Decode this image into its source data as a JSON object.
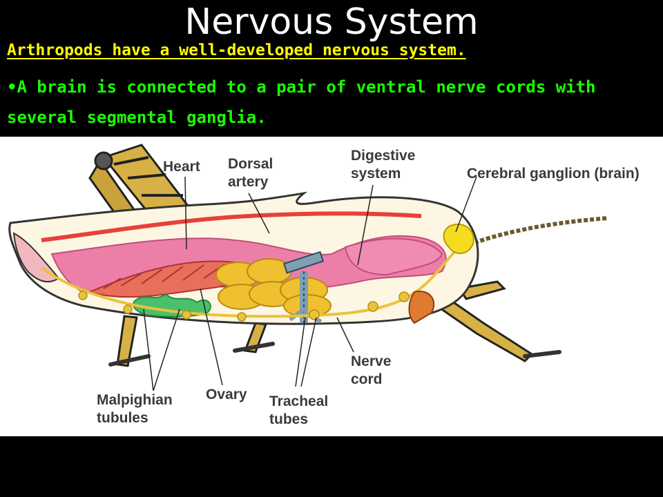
{
  "slide": {
    "title": "Nervous System",
    "subtitle": "Arthropods have a well-developed nervous system.",
    "bullet_marker": "•",
    "bullet": "A brain is connected to a pair of ventral nerve cords with several segmental ganglia."
  },
  "diagram": {
    "labels": {
      "heart": "Heart",
      "dorsal_artery_1": "Dorsal",
      "dorsal_artery_2": "artery",
      "digestive_1": "Digestive",
      "digestive_2": "system",
      "cerebral": "Cerebral ganglion (brain)",
      "nerve_cord_1": "Nerve",
      "nerve_cord_2": "cord",
      "tracheal_1": "Tracheal",
      "tracheal_2": "tubes",
      "ovary": "Ovary",
      "malpighian_1": "Malpighian",
      "malpighian_2": "tubules"
    }
  },
  "colors": {
    "background": "#000000",
    "title": "#ffffff",
    "subtitle": "#ffff00",
    "bullet": "#19ff00",
    "figure_bg": "#ffffff",
    "body_fill": "#fdf6e2",
    "heart_red": "#e8403a",
    "digestive_pink": "#ec7fa8",
    "ovary_orange": "#f0c030",
    "malpighian_green": "#4cbf6a",
    "nerve_yellow": "#e9c33c",
    "brain_yellow": "#f5dc20",
    "trachea_blue": "#7f9fb3",
    "leg_yellow": "#d7b145"
  }
}
